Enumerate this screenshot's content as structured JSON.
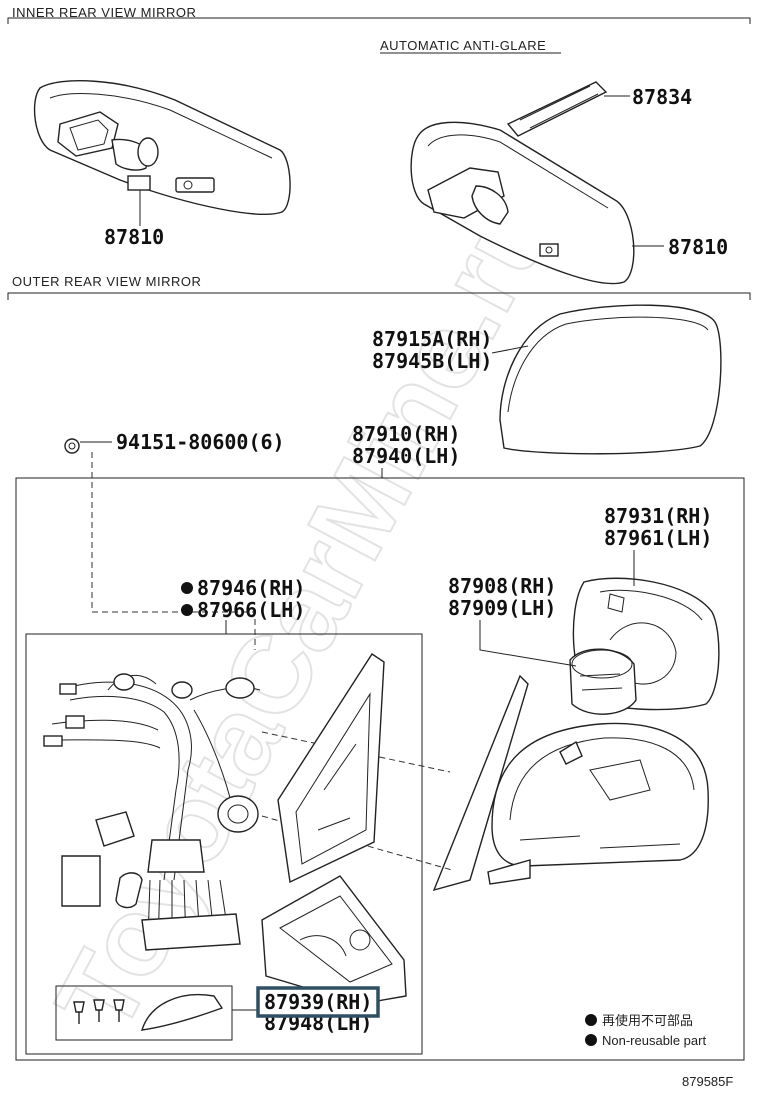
{
  "sections": {
    "inner": "INNER REAR VIEW MIRROR",
    "outer": "OUTER REAR VIEW MIRROR"
  },
  "subheading": "AUTOMATIC ANTI-GLARE",
  "labels": {
    "p87834": "87834",
    "p87810_left": "87810",
    "p87810_right": "87810",
    "cover_rh": "87915A(RH)",
    "cover_lh": "87945B(LH)",
    "clip": "94151-80600(6)",
    "mirror_rh": "87910(RH)",
    "mirror_lh": "87940(LH)",
    "glass_rh": "87931(RH)",
    "glass_lh": "87961(LH)",
    "actuator_rh": "87908(RH)",
    "actuator_lh": "87909(LH)",
    "harness_rh": "87946(RH)",
    "harness_lh": "87966(LH)",
    "bracket_rh": "87939(RH)",
    "bracket_lh": "87948(LH)"
  },
  "legend": {
    "jp": "再使用不可部品",
    "en": "Non-reusable part"
  },
  "watermark": "ToyotaCarMine.ru",
  "figure_code": "879585F",
  "colors": {
    "line": "#222222",
    "highlight_box": "#2f4f63"
  }
}
